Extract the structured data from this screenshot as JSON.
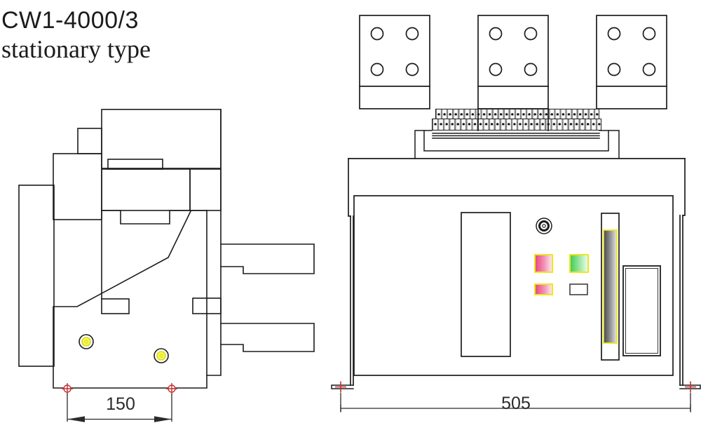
{
  "title": {
    "model": "CW1-4000/3",
    "variant": "stationary type"
  },
  "side_view": {
    "dimension_mm": "150",
    "bolt_heads": 2,
    "mounting_markers": 2
  },
  "front_view": {
    "dimension_mm": "505",
    "busbar_count": 3,
    "holes_per_busbar": 4,
    "terminal_strip": {
      "rows": 2,
      "cells_top_row": 29,
      "cells_bottom_row": 30
    },
    "indicator_buttons": [
      "pink",
      "green",
      "pink",
      "white"
    ],
    "mounting_markers": 2
  },
  "colors": {
    "line": "#1c1c1c",
    "plate_line": "#2a2a2a",
    "marker_red": "#c23030",
    "bolt_yellow": "#f8f84e",
    "bolt_ring": "#d9d925",
    "highlight_yellow": "#ece81a",
    "pink": "#e8437e",
    "pink_fade": "#fdeef5",
    "green": "#3ecb50",
    "green_fade": "#f1fdf1",
    "strip_dark": "#474747",
    "strip_mid": "#9a9a9a",
    "strip_light": "#e8e8e8"
  }
}
